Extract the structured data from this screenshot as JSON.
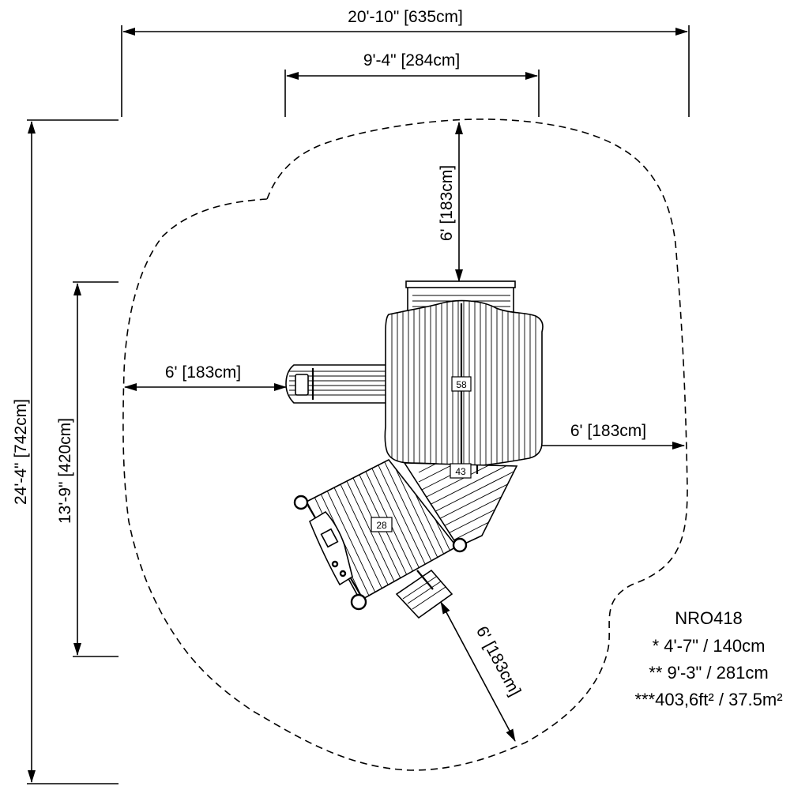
{
  "dimensions": {
    "overall_width": "20'-10\" [635cm]",
    "inner_width": "9'-4\" [284cm]",
    "overall_length": "24'-4\" [742cm]",
    "inner_length": "13'-9\" [420cm]",
    "top_clearance": "6' [183cm]",
    "left_clearance": "6' [183cm]",
    "right_clearance": "6' [183cm]",
    "bottom_clearance": "6' [183cm]"
  },
  "deck_tags": {
    "upper_deck": "58",
    "ramp": "43",
    "lower_deck": "28"
  },
  "info": {
    "model": "NRO418",
    "line1": "* 4'-7\" / 140cm",
    "line2": "** 9'-3\" / 281cm",
    "line3": "***403,6ft² / 37.5m²"
  }
}
